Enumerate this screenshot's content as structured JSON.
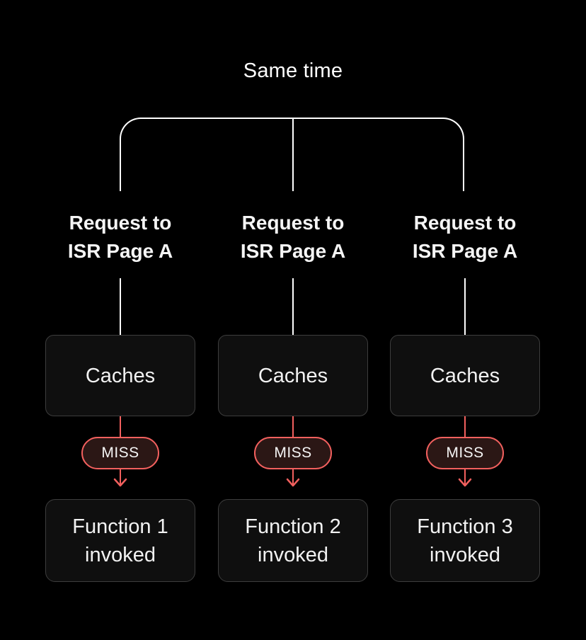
{
  "diagram": {
    "title": "Same time",
    "columns": [
      {
        "request_line1": "Request to",
        "request_line2": "ISR Page A",
        "cache_label": "Caches",
        "status_label": "MISS",
        "function_line1": "Function 1",
        "function_line2": "invoked"
      },
      {
        "request_line1": "Request to",
        "request_line2": "ISR Page A",
        "cache_label": "Caches",
        "status_label": "MISS",
        "function_line1": "Function 2",
        "function_line2": "invoked"
      },
      {
        "request_line1": "Request to",
        "request_line2": "ISR Page A",
        "cache_label": "Caches",
        "status_label": "MISS",
        "function_line1": "Function 3",
        "function_line2": "invoked"
      }
    ],
    "colors": {
      "background": "#000000",
      "connector_white": "#ffffff",
      "accent_red": "#f2605e",
      "box_fill": "#0f0f0f",
      "box_border": "#3d3d3d",
      "pill_fill": "#2b1715",
      "text": "#fafafa"
    }
  }
}
